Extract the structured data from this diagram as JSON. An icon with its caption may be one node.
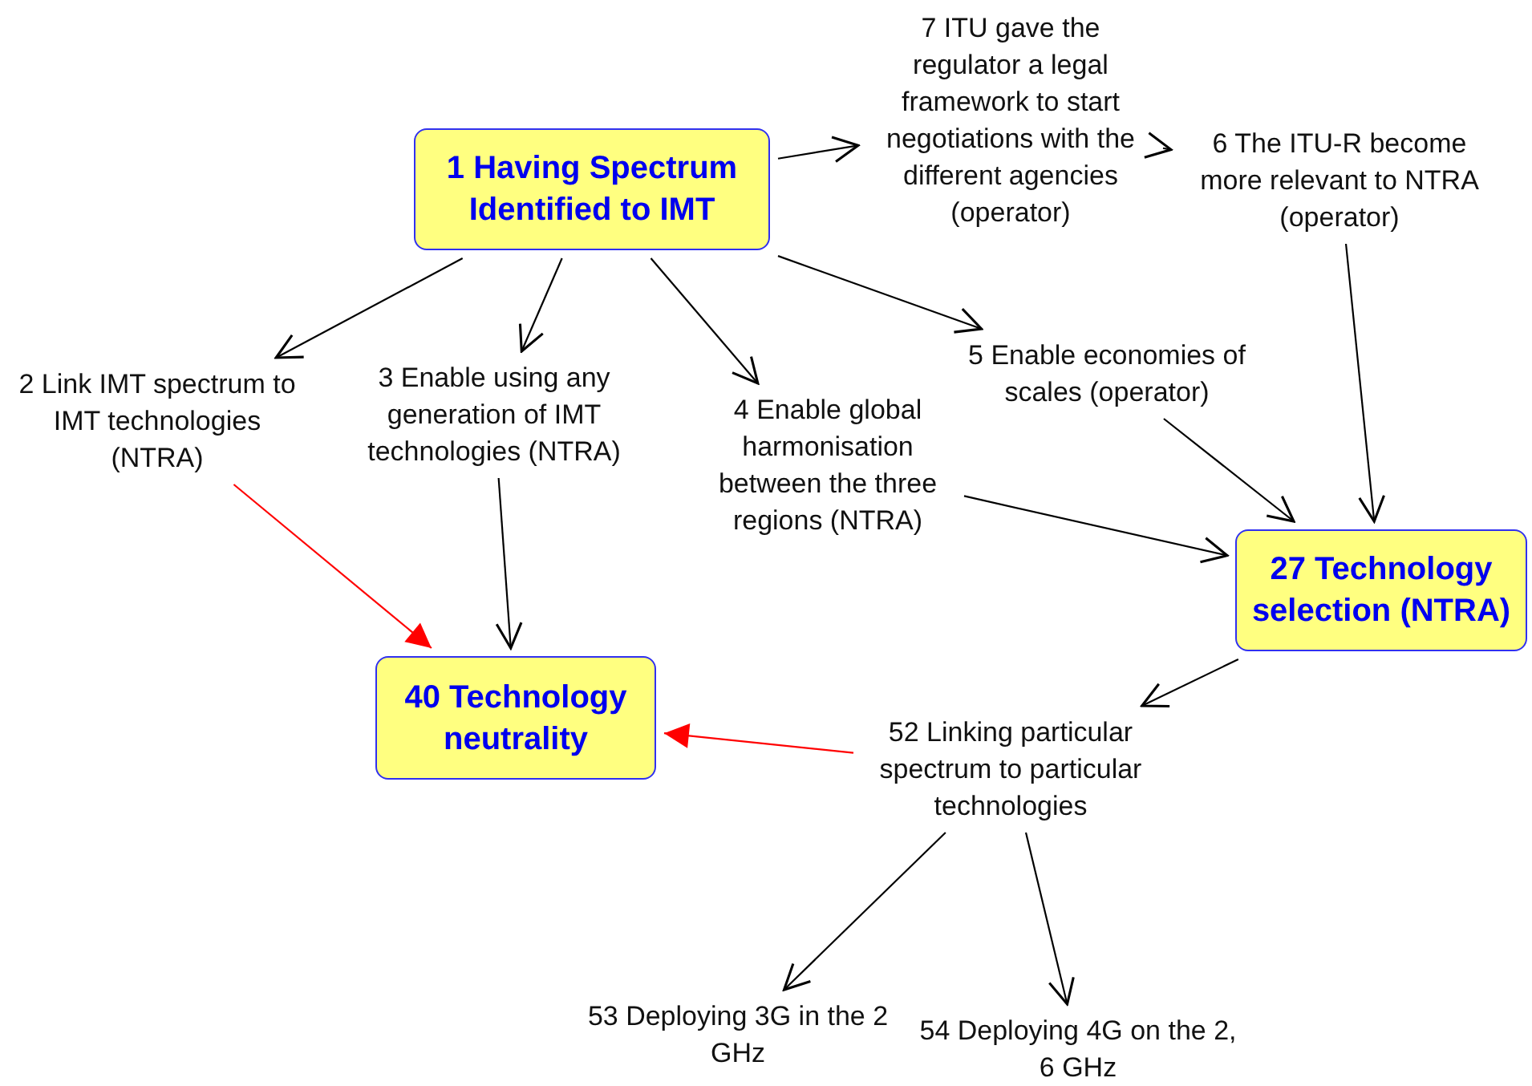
{
  "diagram": {
    "nodes": [
      {
        "text": [
          "1 Having Spectrum Identified to IMT"
        ]
      },
      {
        "text": [
          "7 ITU gave the regulator a legal framework to start negotiations with the different agencies (operator)"
        ]
      },
      {
        "text": [
          "6 The ITU-R become more relevant to NTRA (operator)"
        ]
      },
      {
        "text": [
          "2 Link IMT spectrum to IMT technologies (NTRA)"
        ]
      },
      {
        "text": [
          "3 Enable using any generation of IMT technologies (NTRA)"
        ]
      },
      {
        "text": [
          "4 Enable global harmonisation between the three regions (NTRA)"
        ]
      },
      {
        "text": [
          "5 Enable economies of scales (operator)"
        ]
      },
      {
        "text": [
          "27 Technology selection (NTRA)"
        ]
      },
      {
        "text": [
          "40 Technology neutrality"
        ]
      },
      {
        "text": [
          "52 Linking particular spectrum to particular technologies"
        ]
      },
      {
        "text": [
          "53 Deploying 3G in the 2 GHz"
        ]
      },
      {
        "text": [
          "54 Deploying 4G on the 2, 6 GHz"
        ]
      }
    ],
    "edges": [
      {
        "from": 0,
        "to": 1,
        "arrow": "to"
      },
      {
        "from": 1,
        "to": 2,
        "arrow": "to"
      },
      {
        "from": 0,
        "to": 3,
        "arrow": "to"
      },
      {
        "from": 0,
        "to": 4,
        "arrow": "to"
      },
      {
        "from": 0,
        "to": 5,
        "arrow": "to"
      },
      {
        "from": 0,
        "to": 6,
        "arrow": "to"
      },
      {
        "from": 6,
        "to": 7,
        "arrow": "to"
      },
      {
        "from": 2,
        "to": 7,
        "arrow": "to"
      },
      {
        "from": 5,
        "to": 7,
        "arrow": "to"
      },
      {
        "from": 3,
        "to": 8,
        "arrow": "to",
        "color": "#ff0000"
      },
      {
        "from": 4,
        "to": 8,
        "arrow": "to"
      },
      {
        "from": 7,
        "to": 9,
        "arrow": "to"
      },
      {
        "from": 9,
        "to": 8,
        "arrow": "to",
        "color": "#ff0000"
      },
      {
        "from": 9,
        "to": 10,
        "arrow": "to"
      },
      {
        "from": 9,
        "to": 11,
        "arrow": "to"
      }
    ]
  }
}
